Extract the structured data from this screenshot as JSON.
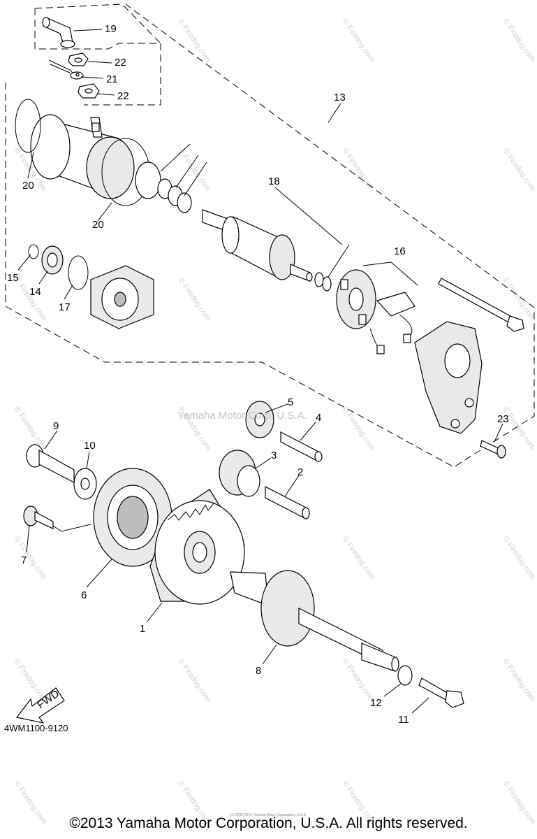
{
  "diagram": {
    "code": "4WM1100-9120",
    "watermark": "Yamaha Motor Corp, U.S.A.",
    "copyright": "©2013 Yamaha Motor Corporation, U.S.A. All rights reserved.",
    "tiny_copyright": "(c) 2000-2013 Yamaha Motor Corporation, U.S.A.",
    "fwd_label": "FWD",
    "callouts": [
      "1",
      "2",
      "3",
      "4",
      "5",
      "6",
      "7",
      "8",
      "9",
      "10",
      "11",
      "12",
      "13",
      "14",
      "15",
      "16",
      "17",
      "18",
      "19",
      "20",
      "20",
      "21",
      "22",
      "22",
      "23"
    ]
  }
}
